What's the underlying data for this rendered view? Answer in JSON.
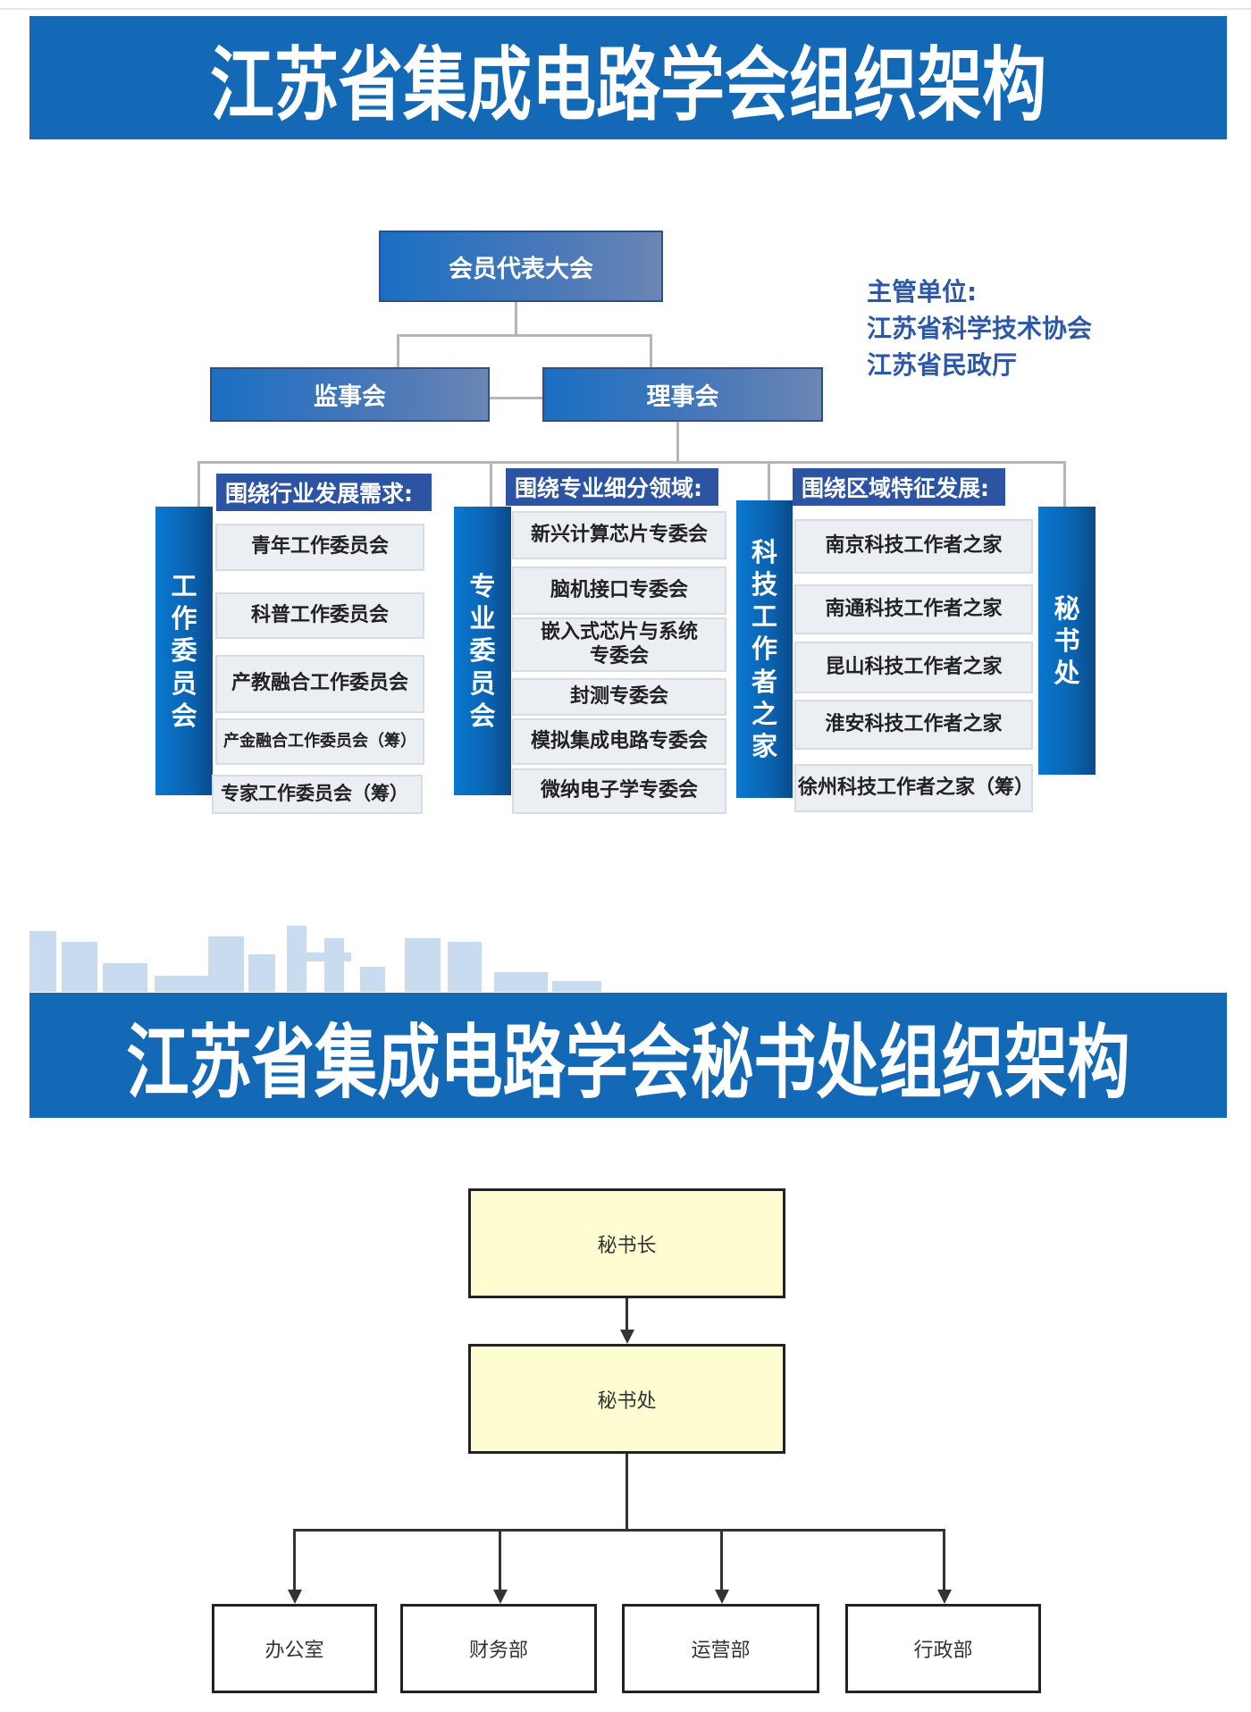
{
  "title1": "江苏省集成电路学会组织架构",
  "title2": "江苏省集成电路学会秘书处组织架构",
  "org": {
    "top": "会员代表大会",
    "supervisors": "监事会",
    "council": "理事会",
    "supervising_units": {
      "label": "主管单位:",
      "units": [
        "江苏省科学技术协会",
        "江苏省民政厅"
      ]
    },
    "groups": [
      {
        "bar": "工作委员会",
        "header": "围绕行业发展需求:",
        "items": [
          "青年工作委员会",
          "科普工作委员会",
          "产教融合工作委员会",
          "产金融合工作委员会（筹）",
          "专家工作委员会（筹）"
        ]
      },
      {
        "bar": "专业委员会",
        "header": "围绕专业细分领域:",
        "items": [
          "新兴计算芯片专委会",
          "脑机接口专委会",
          "嵌入式芯片与系统专委会",
          "封测专委会",
          "模拟集成电路专委会",
          "微纳电子学专委会"
        ]
      },
      {
        "bar": "科技工作者之家",
        "header": "围绕区域特征发展:",
        "items": [
          "南京科技工作者之家",
          "南通科技工作者之家",
          "昆山科技工作者之家",
          "淮安科技工作者之家",
          "徐州科技工作者之家（筹）"
        ]
      },
      {
        "bar": "秘书处"
      }
    ]
  },
  "secretariat": {
    "head": "秘书长",
    "office": "秘书处",
    "departments": [
      "办公室",
      "财务部",
      "运营部",
      "行政部"
    ]
  },
  "colors": {
    "banner": "#1469b6",
    "header": "#2d54a3",
    "box_yellow": "#fdfdd1"
  }
}
